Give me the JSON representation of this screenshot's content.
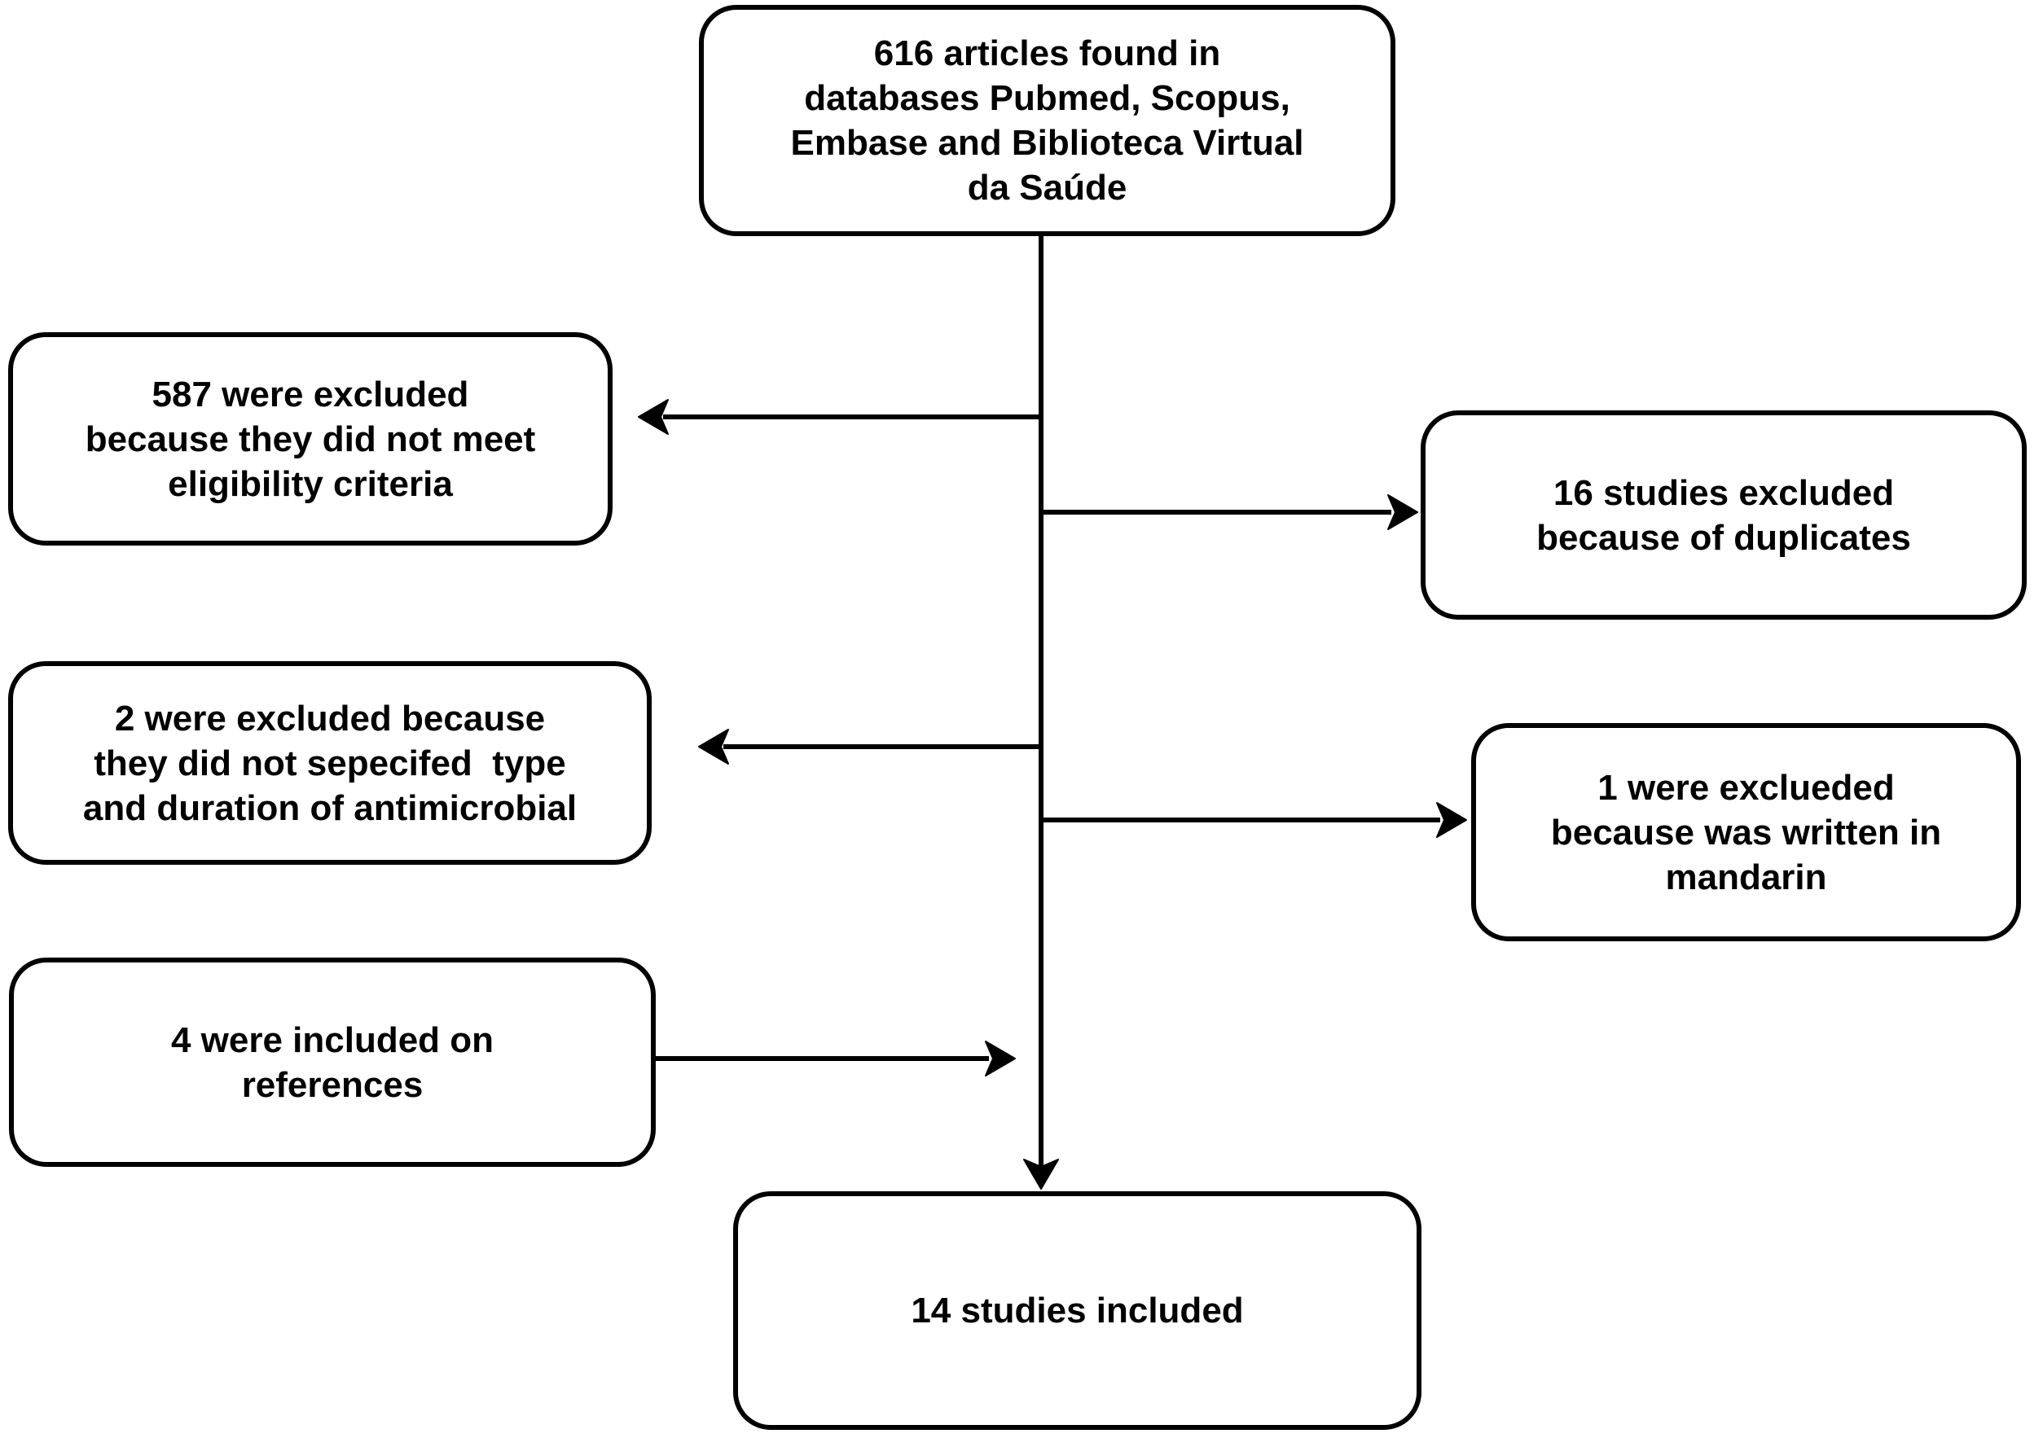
{
  "flowchart": {
    "background": "#ffffff",
    "stroke_color": "#000000",
    "text_color": "#000000",
    "nodes": [
      {
        "id": "articles-found",
        "label": "616 articles found in\ndatabases Pubmed, Scopus,\nEmbase and Biblioteca Virtual\nda Saúde"
      },
      {
        "id": "excluded-eligibility",
        "label": "587 were excluded\nbecause they did not meet\neligibility criteria"
      },
      {
        "id": "excluded-duplicates",
        "label": "16 studies excluded\nbecause of duplicates"
      },
      {
        "id": "excluded-type-duration",
        "label": "2 were excluded because\nthey did not sepecifed  type\nand duration of antimicrobial"
      },
      {
        "id": "excluded-mandarin",
        "label": "1 were exclueded\nbecause was written in\nmandarin"
      },
      {
        "id": "included-references",
        "label": "4 were included on\nreferences"
      },
      {
        "id": "studies-included",
        "label": "14 studies included"
      }
    ],
    "edges": [
      {
        "from": "articles-found",
        "to": "excluded-eligibility",
        "direction": "left"
      },
      {
        "from": "articles-found",
        "to": "excluded-duplicates",
        "direction": "right"
      },
      {
        "from": "articles-found",
        "to": "excluded-type-duration",
        "direction": "left"
      },
      {
        "from": "articles-found",
        "to": "excluded-mandarin",
        "direction": "right"
      },
      {
        "from": "included-references",
        "to": "main-flow",
        "direction": "right"
      },
      {
        "from": "articles-found",
        "to": "studies-included",
        "direction": "down"
      }
    ]
  }
}
